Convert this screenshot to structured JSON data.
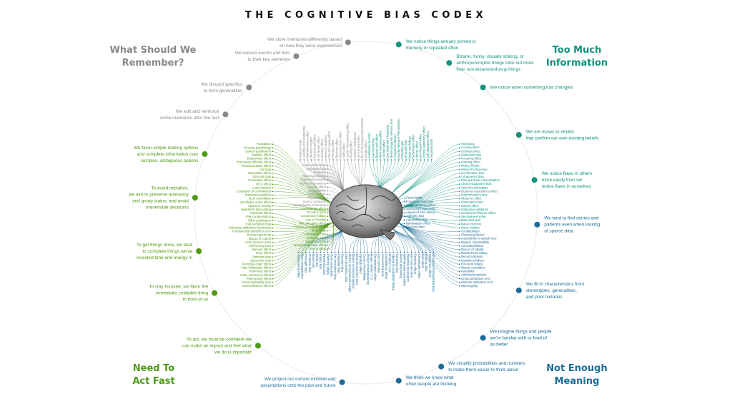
{
  "title": "THE COGNITIVE BIAS CODEX",
  "colors": {
    "memory": "#888888",
    "act": "#4e9a14",
    "info": "#11927e",
    "meaning": "#1a6c98"
  },
  "categories": [
    {
      "key": "info",
      "title": [
        "Too Much",
        "Information"
      ],
      "subs": [
        {
          "label": [
            "We notice things already primed in",
            "memory or repeated often"
          ],
          "leaves": [
            "Availability heuristic",
            "Attentional bias",
            "Illusory truth effect",
            "Mere exposure effect",
            "Context effect",
            "Cue-dependent forgetting",
            "Mood-congruent memory bias",
            "Frequency illusion",
            "Baader-Meinhof Phenomenon",
            "Empathy gap",
            "Omission bias",
            "Base rate fallacy"
          ]
        },
        {
          "label": [
            "Bizarre, funny, visually striking, or",
            "anthropomorphic things stick out more",
            "than non-bizarre/unfunny things"
          ],
          "leaves": [
            "Bizarreness effect",
            "Humor effect",
            "Von Restorff effect",
            "Picture superiority effect",
            "Self-relevance effect",
            "Negativity bias"
          ]
        },
        {
          "label": [
            "We notice when something has changed"
          ],
          "leaves": [
            "Anchoring",
            "Conservatism",
            "Contrast effect",
            "Distinction bias",
            "Focusing effect",
            "Framing effect",
            "Money illusion",
            "Weber-Fechner law"
          ]
        },
        {
          "label": [
            "We are drawn to details",
            "that confirm our own existing beliefs"
          ],
          "leaves": [
            "Confirmation bias",
            "Congruence bias",
            "Post-purchase rationalization",
            "Choice-supportive bias",
            "Selective perception",
            "Observer-expectancy effect",
            "Experimenter's bias",
            "Observer effect",
            "Expectation bias",
            "Ostrich effect",
            "Subjective validation",
            "Continued influence effect",
            "Semmelweis reflex"
          ]
        },
        {
          "label": [
            "We notice flaws in others",
            "more easily than we",
            "notice flaws in ourselves"
          ],
          "leaves": [
            "Bias blind spot",
            "Naïve cynicism",
            "Naïve realism"
          ]
        }
      ]
    },
    {
      "key": "meaning",
      "title": [
        "Not Enough",
        "Meaning"
      ],
      "subs": [
        {
          "label": [
            "We tend to find stories and",
            "patterns even when looking",
            "at sparse data"
          ],
          "leaves": [
            "Confabulation",
            "Clustering illusion",
            "Insensitivity to sample size",
            "Neglect of probability",
            "Anecdotal fallacy",
            "Illusion of validity",
            "Masked-man fallacy",
            "Recency illusion",
            "Gambler's fallacy",
            "Hot-hand fallacy",
            "Illusory correlation",
            "Pareidolia",
            "Anthropomorphism"
          ]
        },
        {
          "label": [
            "We fill in characteristics from",
            "stereotypes, generalities,",
            "and prior histories"
          ],
          "leaves": [
            "Group attribution error",
            "Ultimate attribution error",
            "Stereotyping",
            "Essentialism",
            "Functional fixedness",
            "Moral credential effect",
            "Just-world hypothesis",
            "Argument from fallacy",
            "Authority bias",
            "Automation bias",
            "Bandwagon effect",
            "Placebo effect"
          ]
        },
        {
          "label": [
            "We imagine things and people",
            "we're familiar with or fond of",
            "as better"
          ],
          "leaves": [
            "Out-group homogeneity bias",
            "Cross-race effect",
            "In-group bias",
            "Halo effect",
            "Cheerleader effect",
            "Positivity effect",
            "Not invented here",
            "Reactive devaluation",
            "Well-traveled road effect"
          ]
        },
        {
          "label": [
            "We simplify probabilities and numbers",
            "to make them easier to think about"
          ],
          "leaves": [
            "Mental accounting",
            "Normalcy bias",
            "Appeal to probability fallacy",
            "Murphy's Law",
            "Subadditivity effect",
            "Survivorship bias",
            "Zero sum bias",
            "Denomination effect",
            "Magic number 7+-2"
          ]
        },
        {
          "label": [
            "We think we know what",
            "other people are thinking"
          ],
          "leaves": [
            "Illusion of transparency",
            "Curse of knowledge",
            "Spotlight effect",
            "Extrinsic incentive error",
            "Illusion of external agency",
            "Illusion of asymmetric insight"
          ]
        },
        {
          "label": [
            "We project our current mindset and",
            "assumptions onto the past and future"
          ],
          "leaves": [
            "Self-consistency bias",
            "Restraint bias",
            "Projection bias",
            "Pro-innovation bias",
            "Time-saving bias",
            "Planning fallacy",
            "Pessimism bias",
            "Impact bias",
            "Declinism",
            "Moral luck",
            "Outcome bias",
            "Hindsight bias",
            "Rosy retrospection",
            "Telescoping effect"
          ]
        }
      ]
    },
    {
      "key": "act",
      "title": [
        "Need To",
        "Act Fast"
      ],
      "subs": [
        {
          "label": [
            "To act, we must be confident we",
            "can make an impact and feel what",
            "we do is important"
          ],
          "leaves": [
            "Overconfidence effect",
            "Social desirability bias",
            "Third-person effect",
            "False consensus effect",
            "Hard-easy effect",
            "Lake Wobegone effect",
            "Dunning-Kruger effect",
            "Egocentric bias",
            "Optimism bias",
            "Forer effect",
            "Barnum effect",
            "Self-serving bias",
            "Actor-observer bias",
            "Illusion of control",
            "Illusory superiority",
            "Fundamental attribution error",
            "Defensive attribution hypothesis",
            "Trait ascription bias",
            "Effort justification",
            "Risk compensation",
            "Peltzman effect"
          ]
        },
        {
          "label": [
            "To stay focused, we favor the",
            "immediate, relatable thing",
            "in front of us"
          ],
          "leaves": [
            "Hyperbolic discounting",
            "Appeal to novelty",
            "Identifiable victim effect"
          ]
        },
        {
          "label": [
            "To get things done, we tend",
            "to complete things we've",
            "invested time and energy in"
          ],
          "leaves": [
            "Sunk cost fallacy",
            "Irrational escalation",
            "Escalation of commitment",
            "Loss aversion",
            "IKEA effect",
            "Generation effect",
            "Zero-risk bias",
            "Disposition effect",
            "Unit bias",
            "Pseudocertainty effect",
            "Processing difficulty effect",
            "Endowment effect",
            "Backfire effect"
          ]
        },
        {
          "label": [
            "To avoid mistakes,",
            "we aim to preserve autonomy",
            "and group status, and avoid",
            "irreversible decisions"
          ],
          "leaves": [
            "System justification",
            "Reverse psychology",
            "Reactance",
            "Decoy effect",
            "Social comparison effect",
            "Status quo bias"
          ]
        },
        {
          "label": [
            "We favor simple-looking options",
            "and complete information over",
            "complex, ambiguous options"
          ],
          "leaves": [
            "Ambiguity bias",
            "Information bias",
            "Belief bias",
            "Rhyme as reason effect",
            "Bike-shedding effect",
            "Law of Triviality",
            "Conjunction fallacy",
            "Occam's razor",
            "Less-is-better effect"
          ]
        }
      ]
    },
    {
      "key": "memory",
      "title": [
        "What Should We",
        "Remember?"
      ],
      "subs": [
        {
          "label": [
            "We edit and reinforce",
            "some memories after the fact"
          ],
          "leaves": [
            "Misattribution of memory",
            "Source confusion",
            "Cryptomnesia",
            "False memory",
            "Suggestibility",
            "Spacing effect"
          ]
        },
        {
          "label": [
            "We discard specifics",
            "to form generalities"
          ],
          "leaves": [
            "Implicit associations",
            "Implicit stereotypes",
            "Stereotypical bias",
            "Prejudice",
            "Negativity bias",
            "Fading affect bias"
          ]
        },
        {
          "label": [
            "We reduce events and lists",
            "to their key elements"
          ],
          "leaves": [
            "Peak-end rule",
            "Leveling and sharpening",
            "Misinformation effect",
            "Duration neglect",
            "Serial recall effect",
            "List-length effect",
            "Modality effect",
            "Memory inhibition",
            "Part-list cueing effect",
            "Primacy effect",
            "Recency effect",
            "Serial position effect",
            "Suffix effect"
          ]
        },
        {
          "label": [
            "We store memories differently based",
            "on how they were experienced"
          ],
          "leaves": [
            "Levels of processing effect",
            "Testing effect",
            "Absent-mindedness",
            "Next-in-line effect",
            "Tip of the tongue phenomenon",
            "Google effect"
          ]
        }
      ]
    }
  ]
}
